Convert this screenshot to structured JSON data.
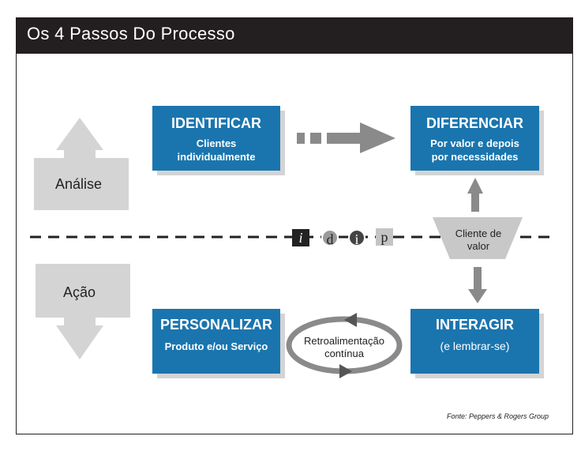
{
  "title": "Os 4 Passos Do Processo",
  "boxes": {
    "identificar": {
      "heading": "IDENTIFICAR",
      "line1": "Clientes",
      "line2": "individualmente"
    },
    "diferenciar": {
      "heading": "DIFERENCIAR",
      "line1": "Por valor e depois",
      "line2": "por necessidades"
    },
    "personalizar": {
      "heading": "PERSONALIZAR",
      "line1": "Produto e/ou Serviço"
    },
    "interagir": {
      "heading": "INTERAGIR",
      "line1": "(e lembrar-se)"
    }
  },
  "labels": {
    "analise": "Análise",
    "acao": "Ação",
    "cliente_valor_1": "Cliente de",
    "cliente_valor_2": "valor",
    "retro_1": "Retroalimentação",
    "retro_2": "contínua"
  },
  "idip": [
    "i",
    "d",
    "i",
    "p"
  ],
  "source": "Fonte: Peppers & Rogers Group",
  "colors": {
    "box": "#1a75ae",
    "arrow": "#8a8a8a",
    "title_bg": "#231f20"
  }
}
